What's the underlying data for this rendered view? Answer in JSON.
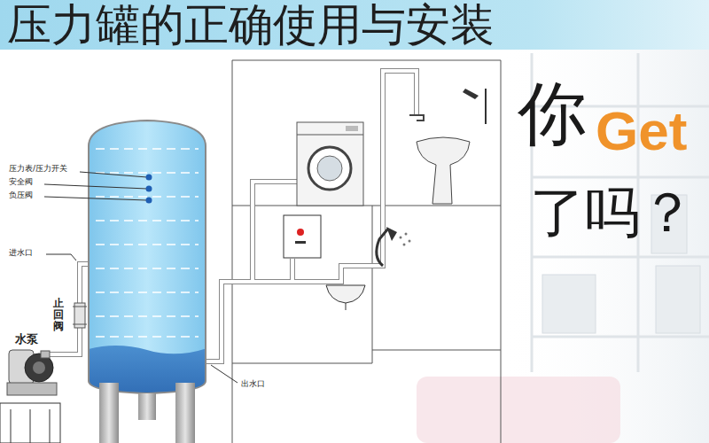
{
  "diagram": {
    "title": "压力罐的正确使用与安装",
    "labels": [
      "压力表/压力开关",
      "安全阀",
      "负压阀",
      "进水口",
      "止回阀",
      "水泵",
      "出水口",
      "你",
      "Get",
      "了吗？"
    ]
  }
}
